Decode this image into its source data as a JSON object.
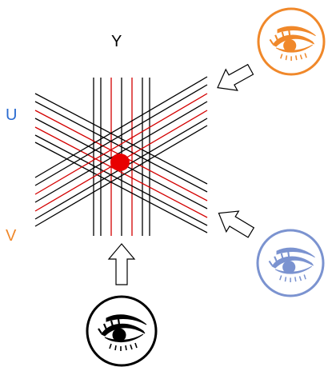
{
  "labels": {
    "y": "Y",
    "u": "U",
    "v": "V"
  },
  "colors": {
    "line": "#000000",
    "highlight": "#e00000",
    "u_label": "#2a6bd1",
    "v_label": "#f0882a",
    "eye_orange": "#f0882a",
    "eye_blue": "#7b93d0",
    "eye_black": "#000000"
  },
  "icons": [
    "eye-icon-orange",
    "eye-icon-blue",
    "eye-icon-black",
    "arrow-up-icon",
    "arrow-upper-right-icon",
    "arrow-lower-right-icon",
    "intersection-dot"
  ]
}
